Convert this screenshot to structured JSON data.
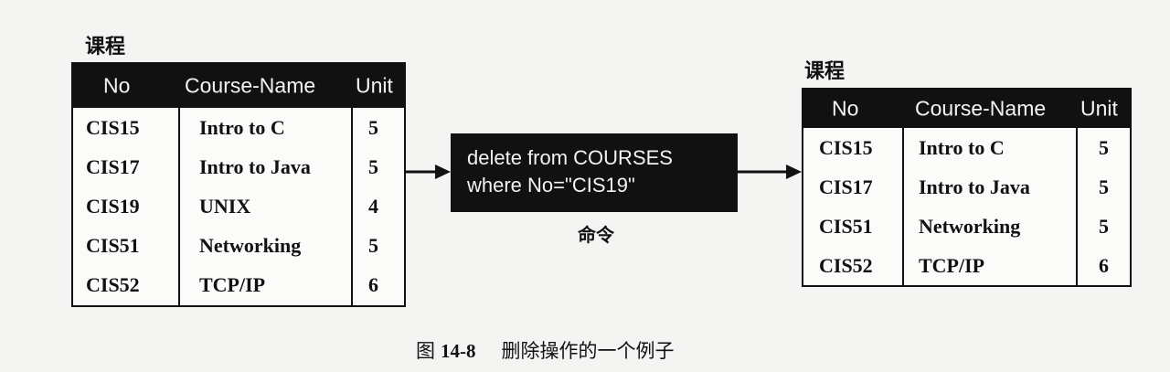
{
  "before": {
    "title": "课程",
    "headers": [
      "No",
      "Course-Name",
      "Unit"
    ],
    "rows": [
      [
        "CIS15",
        "Intro to C",
        "5"
      ],
      [
        "CIS17",
        "Intro to Java",
        "5"
      ],
      [
        "CIS19",
        "UNIX",
        "4"
      ],
      [
        "CIS51",
        "Networking",
        "5"
      ],
      [
        "CIS52",
        "TCP/IP",
        "6"
      ]
    ]
  },
  "command": {
    "line1": "delete from COURSES",
    "line2": "where No=\"CIS19\"",
    "label": "命令"
  },
  "after": {
    "title": "课程",
    "headers": [
      "No",
      "Course-Name",
      "Unit"
    ],
    "rows": [
      [
        "CIS15",
        "Intro to C",
        "5"
      ],
      [
        "CIS17",
        "Intro to Java",
        "5"
      ],
      [
        "CIS51",
        "Networking",
        "5"
      ],
      [
        "CIS52",
        "TCP/IP",
        "6"
      ]
    ]
  },
  "caption": {
    "prefix": "图",
    "number": "14-8",
    "text": "删除操作的一个例子"
  }
}
